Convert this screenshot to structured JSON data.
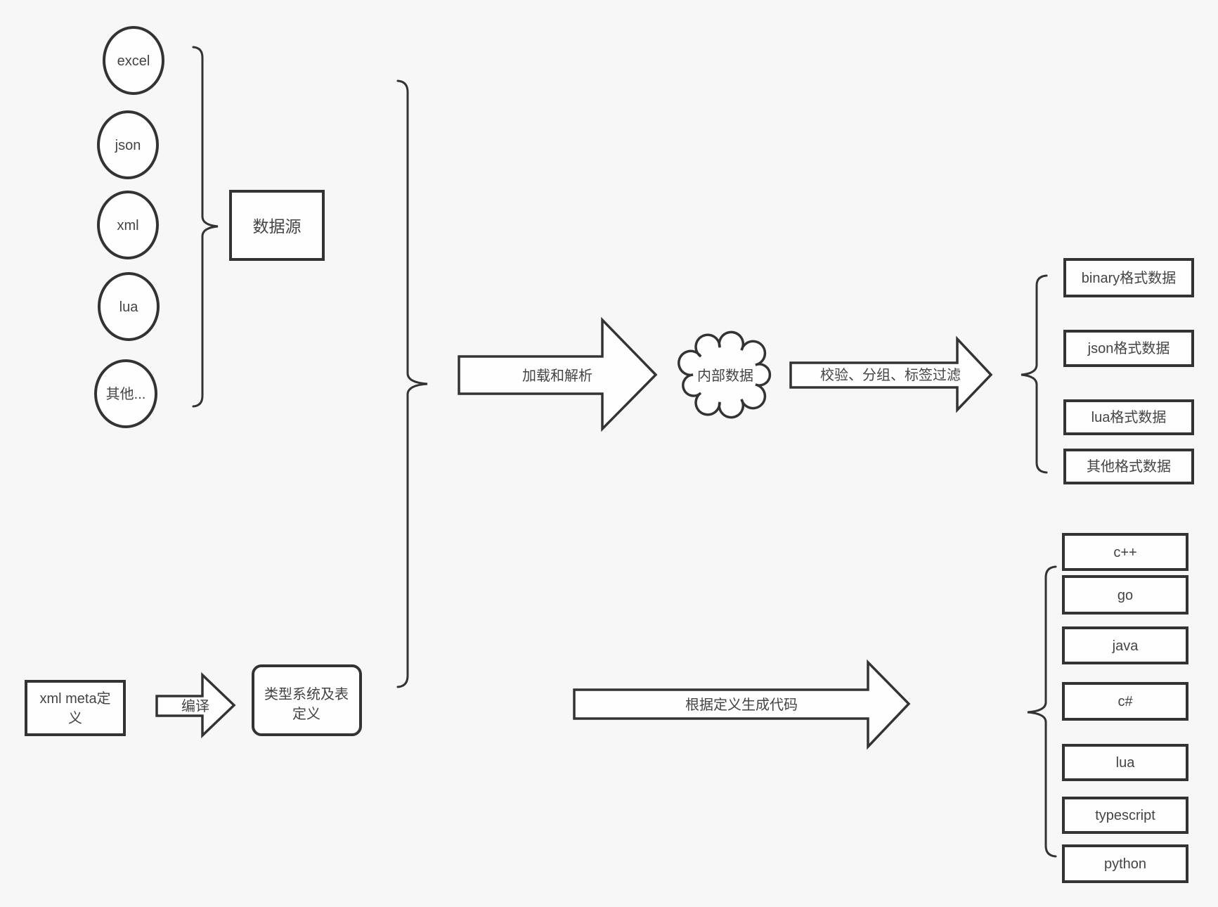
{
  "canvas": {
    "background": "#f7f7f7",
    "stroke_color": "#333333",
    "text_color": "#444444",
    "shape_fill": "#fefefe"
  },
  "sources": {
    "group_label": "数据源",
    "items": [
      {
        "label": "excel"
      },
      {
        "label": "json"
      },
      {
        "label": "xml"
      },
      {
        "label": "lua"
      },
      {
        "label": "其他..."
      }
    ]
  },
  "pipeline": {
    "load_parse_label": "加载和解析",
    "cloud_label": "内部数据",
    "filter_label": "校验、分组、标签过滤"
  },
  "data_formats": [
    {
      "label": "binary格式数据"
    },
    {
      "label": "json格式数据"
    },
    {
      "label": "lua格式数据"
    },
    {
      "label": "其他格式数据"
    }
  ],
  "definition": {
    "xml_meta_line1": "xml meta定",
    "xml_meta_line2": "义",
    "compile_label": "编译",
    "type_system_line1": "类型系统及表",
    "type_system_line2": "定义"
  },
  "codegen": {
    "arrow_label": "根据定义生成代码",
    "languages": [
      {
        "label": "c++"
      },
      {
        "label": "go"
      },
      {
        "label": "java"
      },
      {
        "label": "c#"
      },
      {
        "label": "lua"
      },
      {
        "label": "typescript"
      },
      {
        "label": "python"
      }
    ]
  }
}
